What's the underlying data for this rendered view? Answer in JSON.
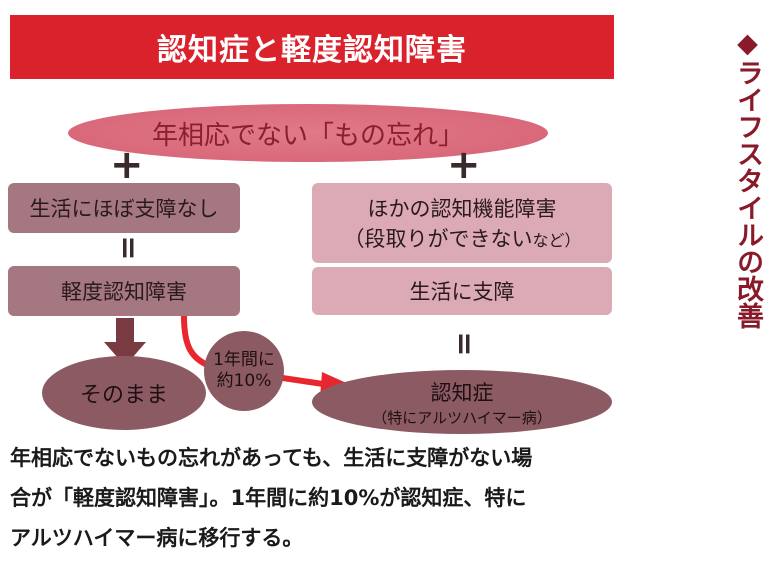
{
  "title": "認知症と軽度認知障害",
  "top_condition": "年相応でない「もの忘れ」",
  "operators": {
    "plus": "+",
    "equals": "="
  },
  "left_branch": {
    "condition": "生活にほぼ支障なし",
    "result": "軽度認知障害",
    "outcome": "そのまま"
  },
  "right_branch": {
    "condition_line1": "ほかの認知機能障害",
    "condition_line2_main": "（段取りができない",
    "condition_line2_small": "など）",
    "effect": "生活に支障",
    "result_main": "認知症",
    "result_sub": "（特にアルツハイマー病）"
  },
  "transition": {
    "line1": "1年間に",
    "line2": "約10%"
  },
  "caption": {
    "line1": "年相応でないもの忘れがあっても、生活に支障がない場",
    "line2": "合が「軽度認知障害」。1年間に約10%が認知症、特に",
    "line3": "アルツハイマー病に移行する。"
  },
  "side_heading": "◆ライフスタイルの改善",
  "colors": {
    "title_red": "#d9222c",
    "arrow_red": "#e8262e",
    "dark_mauve": "#a47781",
    "light_pink": "#dcaab4",
    "heading_red": "#8a1a2a"
  }
}
